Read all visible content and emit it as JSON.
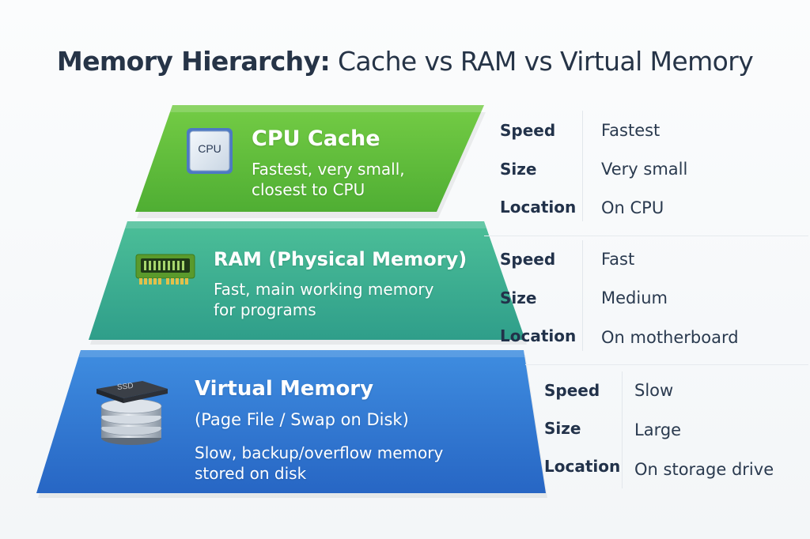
{
  "title": {
    "bold": "Memory Hierarchy:",
    "light": " Cache vs RAM vs Virtual Memory"
  },
  "tiers": [
    {
      "icon": "cpu-chip-icon",
      "icon_text": "CPU",
      "name": "CPU Cache",
      "desc": [
        "Fastest, very small,",
        "closest to CPU"
      ],
      "color": "#5cbb3a",
      "props": [
        {
          "label": "Speed",
          "value": "Fastest"
        },
        {
          "label": "Size",
          "value": "Very small"
        },
        {
          "label": "Location",
          "value": "On CPU"
        }
      ]
    },
    {
      "icon": "ram-module-icon",
      "name": "RAM (Physical Memory)",
      "desc": [
        "Fast, main working memory",
        "for programs"
      ],
      "color": "#3aa990",
      "props": [
        {
          "label": "Speed",
          "value": "Fast"
        },
        {
          "label": "Size",
          "value": "Medium"
        },
        {
          "label": "Location",
          "value": "On motherboard"
        }
      ]
    },
    {
      "icon": "ssd-disk-stack-icon",
      "icon_text": "SSD",
      "name": "Virtual Memory",
      "subtitle": "(Page File / Swap on Disk)",
      "desc": [
        "Slow, backup/overflow memory",
        "stored on disk"
      ],
      "color": "#2f77d0",
      "props": [
        {
          "label": "Speed",
          "value": "Slow"
        },
        {
          "label": "Size",
          "value": "Large"
        },
        {
          "label": "Location",
          "value": "On storage drive"
        }
      ]
    }
  ]
}
